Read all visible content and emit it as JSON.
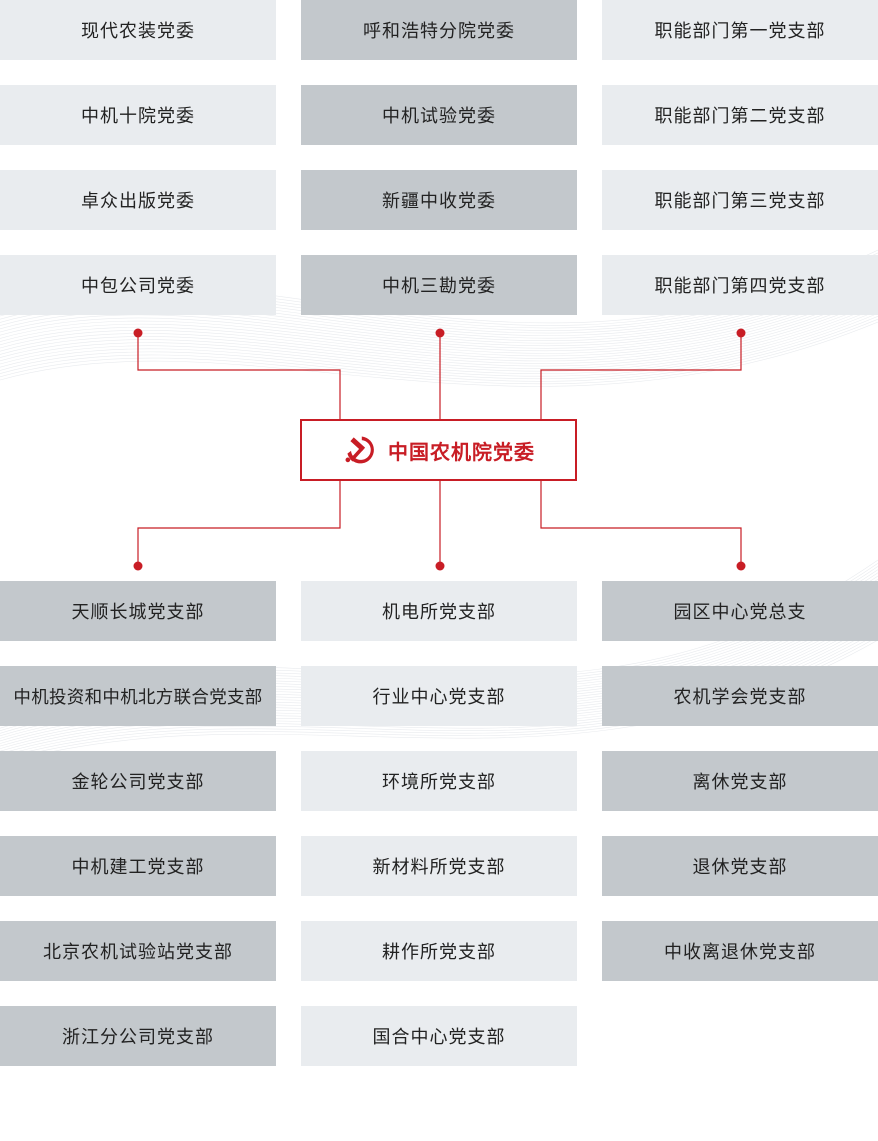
{
  "center": {
    "label": "中国农机院党委",
    "icon": "hammer-sickle-icon",
    "accent_color": "#c81d25"
  },
  "upper_groups": [
    [
      "现代农装党委",
      "中机十院党委",
      "卓众出版党委",
      "中包公司党委"
    ],
    [
      "呼和浩特分院党委",
      "中机试验党委",
      "新疆中收党委",
      "中机三勘党委"
    ],
    [
      "职能部门第一党支部",
      "职能部门第二党支部",
      "职能部门第三党支部",
      "职能部门第四党支部"
    ]
  ],
  "lower_groups": [
    [
      "天顺长城党支部",
      "中机投资和中机北方联合党支部",
      "金轮公司党支部",
      "中机建工党支部",
      "北京农机试验站党支部",
      "浙江分公司党支部"
    ],
    [
      "机电所党支部",
      "行业中心党支部",
      "环境所党支部",
      "新材料所党支部",
      "耕作所党支部",
      "国合中心党支部"
    ],
    [
      "园区中心党总支",
      "农机学会党支部",
      "离休党支部",
      "退休党支部",
      "中收离退休党支部"
    ]
  ],
  "colors": {
    "box_light": "#e9ecef",
    "box_dark": "#c3c8cc",
    "connector": "#c81d25",
    "text": "#222222"
  }
}
